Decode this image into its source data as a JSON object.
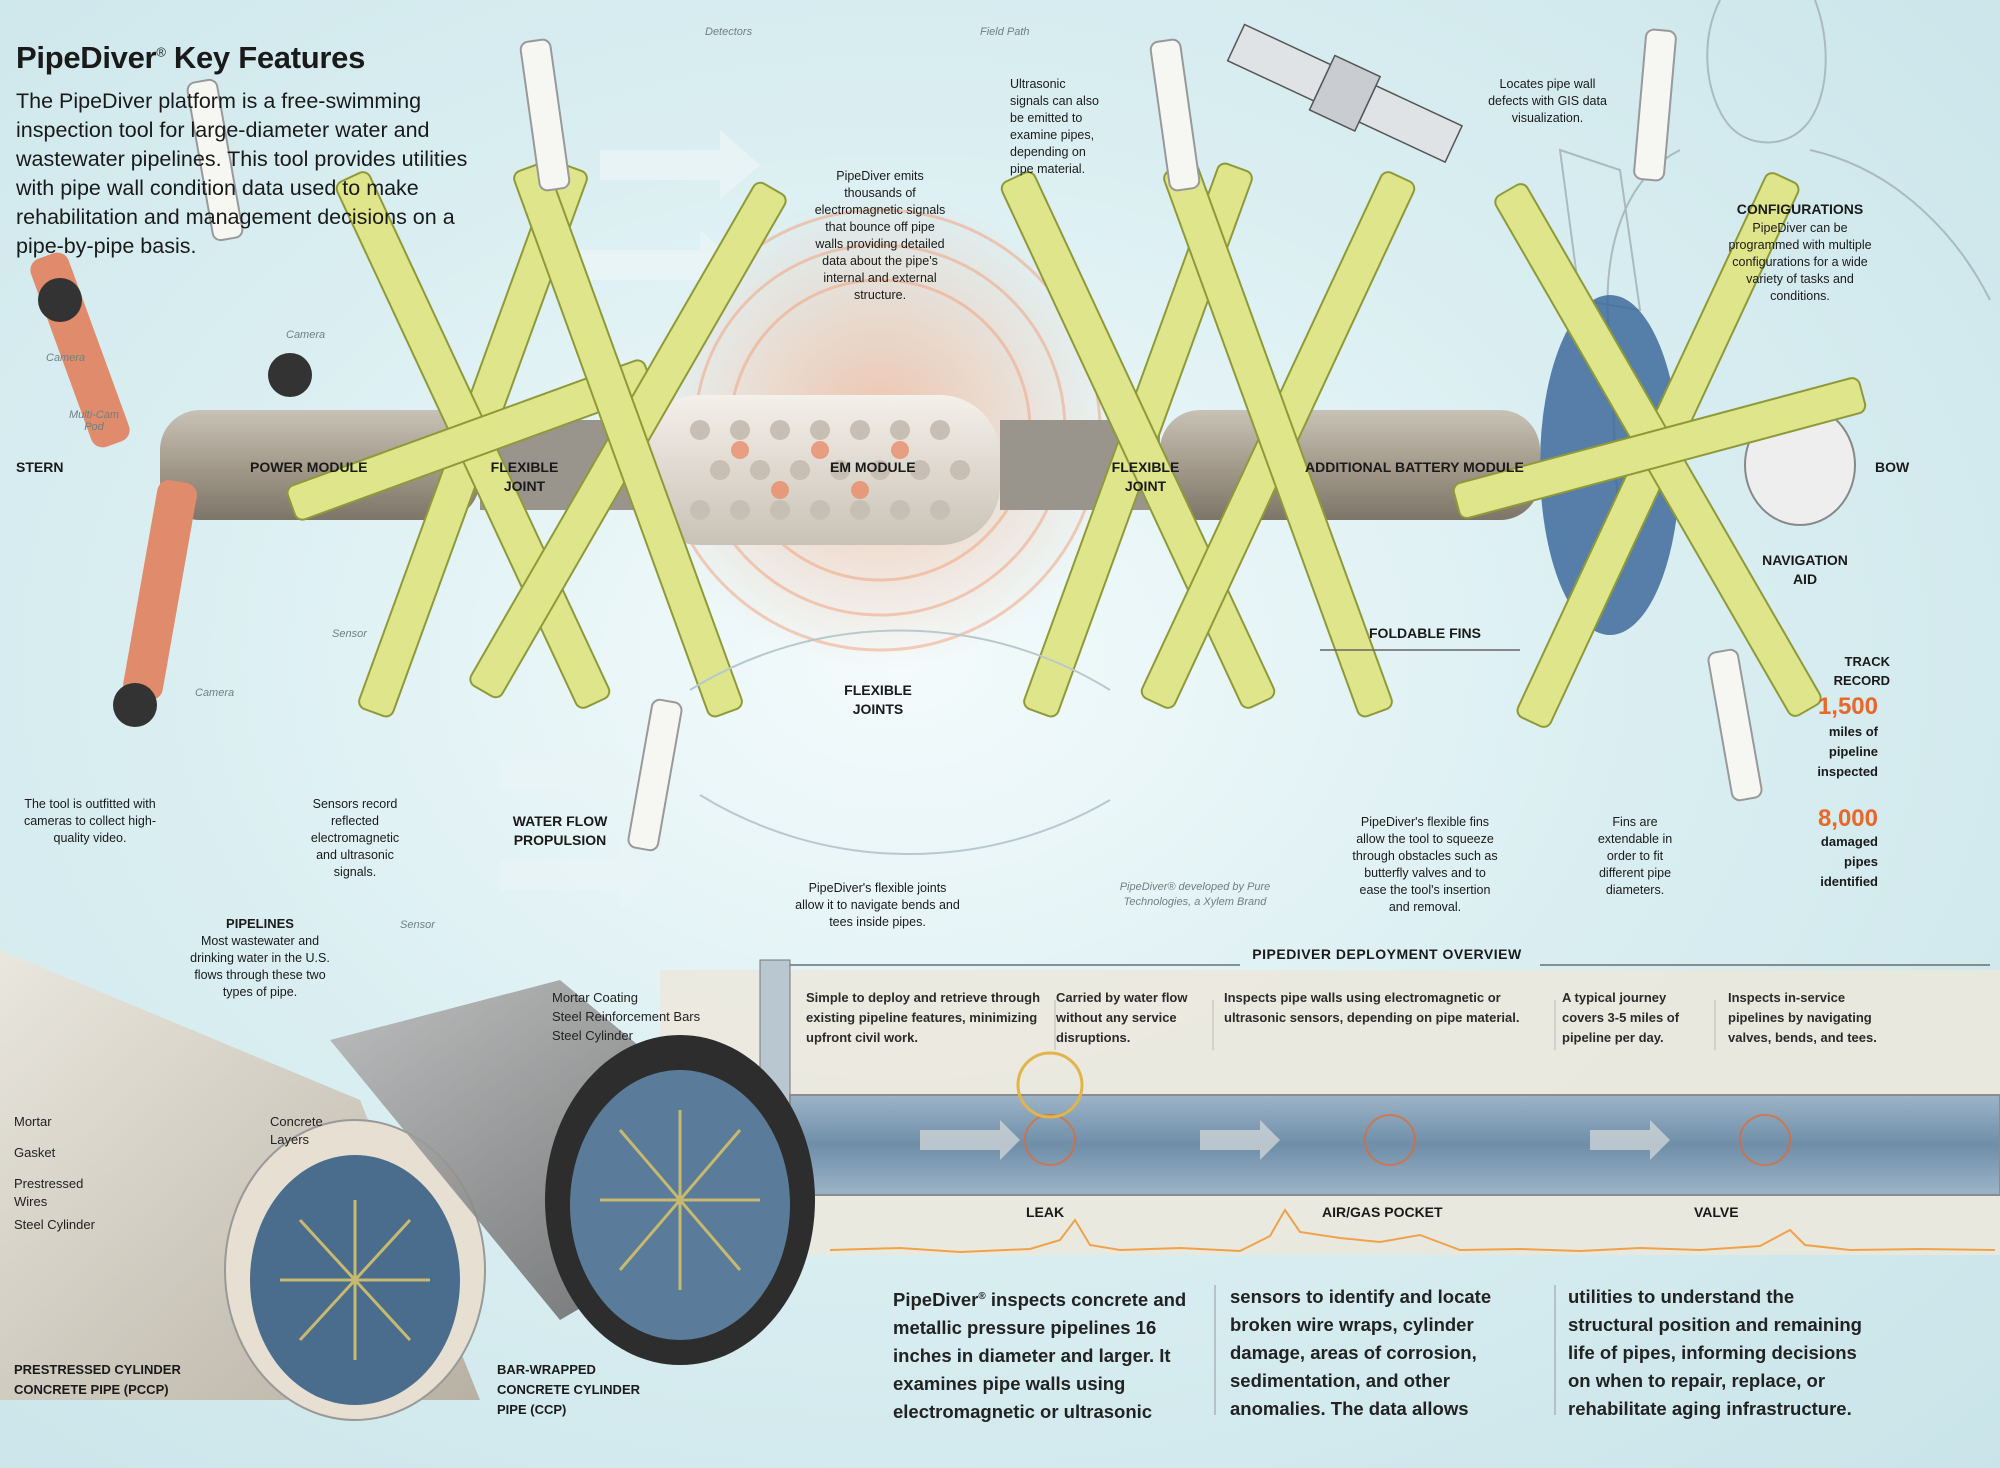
{
  "title": {
    "main": "PipeDiver",
    "reg": "®",
    "rest": " Key Features"
  },
  "intro": "The PipeDiver platform is a free-swimming inspection tool for large-diameter water and wastewater pipelines. This tool provides utilities with pipe wall condition data used to make rehabilitation and management decisions on a pipe-by-pipe basis.",
  "tool_labels": {
    "stern": "STERN",
    "power_module": "POWER MODULE",
    "flex_joint_1": "FLEXIBLE JOINT",
    "em_module": "EM MODULE",
    "flex_joint_2": "FLEXIBLE JOINT",
    "battery_module": "ADDITIONAL BATTERY MODULE",
    "bow": "BOW",
    "navigation_aid": "NAVIGATION AID"
  },
  "small_labels": {
    "detectors": "Detectors",
    "field_path": "Field Path",
    "camera_1": "Camera",
    "camera_2": "Camera",
    "camera_3": "Camera",
    "multicam_pod": "Multi-Cam Pod",
    "sensor_1": "Sensor",
    "sensor_2": "Sensor",
    "credit": "PipeDiver® developed by Pure Technologies, a Xylem Brand"
  },
  "notes": {
    "em_signals": "PipeDiver emits thousands of electromagnetic signals that bounce off pipe walls providing detailed data about the pipe's internal and external structure.",
    "ultrasonic": "Ultrasonic signals can also be emitted to examine pipes, depending on pipe material.",
    "gis": "Locates pipe wall defects with GIS data visualization.",
    "configurations_title": "CONFIGURATIONS",
    "configurations": "PipeDiver can be programmed with multiple configurations for a wide variety of tasks and conditions.",
    "cameras": "The tool is outfitted with cameras to collect high-quality video.",
    "sensors": "Sensors record reflected electromagnetic and ultrasonic signals.",
    "water_flow": "WATER FLOW PROPULSION",
    "flexible_joints_title": "FLEXIBLE JOINTS",
    "flexible_joints": "PipeDiver's flexible joints allow it to navigate bends and tees inside pipes.",
    "foldable_fins_title": "FOLDABLE FINS",
    "foldable_fins": "PipeDiver's flexible fins allow the tool to squeeze through obstacles such as butterfly valves and to ease the tool's insertion and removal.",
    "fins_extendable": "Fins are extendable in order to fit different pipe diameters."
  },
  "track_record": {
    "title": "TRACK RECORD",
    "stat1_value": "1,500",
    "stat1_label": "miles of pipeline inspected",
    "stat2_value": "8,000",
    "stat2_label": "damaged pipes identified"
  },
  "pipelines": {
    "title": "PIPELINES",
    "desc": "Most wastewater and drinking water in the U.S. flows through these two types of pipe.",
    "mortar_coating": "Mortar Coating",
    "steel_bars": "Steel Reinforcement Bars",
    "steel_cylinder_ccp": "Steel Cylinder",
    "mortar": "Mortar",
    "gasket": "Gasket",
    "prestressed_wires": "Prestressed Wires",
    "steel_cylinder": "Steel Cylinder",
    "concrete_layers": "Concrete Layers",
    "pccp": "PRESTRESSED CYLINDER CONCRETE PIPE (PCCP)",
    "ccp": "BAR-WRAPPED CONCRETE CYLINDER PIPE (CCP)"
  },
  "overview": {
    "title": "PIPEDIVER DEPLOYMENT OVERVIEW",
    "cols": [
      "Simple to deploy  and retrieve through existing pipeline features, minimizing upfront civil work.",
      "Carried by water flow without any service disruptions.",
      "Inspects pipe walls using electromagnetic or ultrasonic sensors, depending on pipe material.",
      "A typical journey covers 3-5 miles of pipeline per day.",
      "Inspects in-service pipelines by navigating valves, bends, and tees."
    ],
    "leak": "LEAK",
    "air_gas": "AIR/GAS POCKET",
    "valve": "VALVE"
  },
  "bottom_text": {
    "col1_brand": "PipeDiver",
    "col1_reg": "®",
    "col1": " inspects concrete and metallic pressure pipelines 16 inches in diameter and larger. It examines pipe walls using electromagnetic or ultrasonic",
    "col2": "sensors to identify and locate broken wire wraps, cylinder damage, areas of corrosion, sedimentation, and other anomalies. The data allows",
    "col3": "utilities to understand the structural position and remaining life of pipes, informing decisions on when to repair, replace, or rehabilitate aging infrastructure."
  },
  "colors": {
    "fin_yellow": "#dfe58a",
    "accent_orange": "#e8672a",
    "pipe_blue": "#5d7f9e",
    "background": "#d9eef1"
  }
}
